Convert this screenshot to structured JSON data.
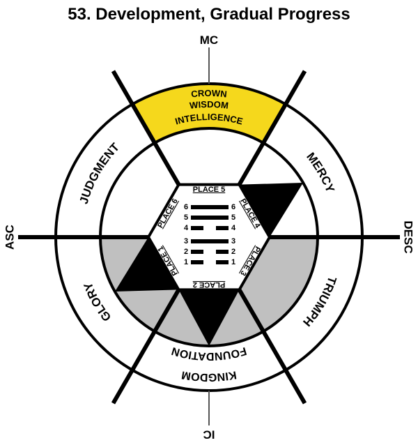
{
  "title": "53. Development, Gradual Progress",
  "axes": {
    "top": "MC",
    "bottom": "IC",
    "left": "ASC",
    "right": "DESC"
  },
  "colors": {
    "highlight": "#f5d81c",
    "shade": "#c0c0c0",
    "line": "#000000",
    "axis_thin": "#555555"
  },
  "ring": {
    "top": [
      "CROWN",
      "WISDOM",
      "INTELLIGENCE"
    ],
    "upper_right": "MERCY",
    "lower_right": "TRIUMPH",
    "bottom": [
      "KINGDOM",
      "FOUNDATION"
    ],
    "lower_left": "GLORY",
    "upper_left": "JUDGMENT"
  },
  "places": {
    "place5": "PLACE 5",
    "place4": "PLACE 4",
    "place3": "PLACE 3",
    "place2": "PLACE 2",
    "place1": "PLACE 1",
    "place6": "PLACE 6"
  },
  "hexagram": {
    "lines": [
      {
        "n": "6",
        "type": "solid"
      },
      {
        "n": "5",
        "type": "solid"
      },
      {
        "n": "4",
        "type": "broken"
      },
      {
        "n": "3",
        "type": "solid"
      },
      {
        "n": "2",
        "type": "broken"
      },
      {
        "n": "1",
        "type": "broken"
      }
    ]
  },
  "sectors": {
    "place1": {
      "shaded": true,
      "triangle": true
    },
    "place2": {
      "shaded": true,
      "triangle": true
    },
    "place3": {
      "shaded": true,
      "triangle": false
    },
    "place4": {
      "shaded": false,
      "triangle": true
    },
    "place5": {
      "shaded": false,
      "triangle": false
    },
    "place6": {
      "shaded": false,
      "triangle": false
    }
  }
}
